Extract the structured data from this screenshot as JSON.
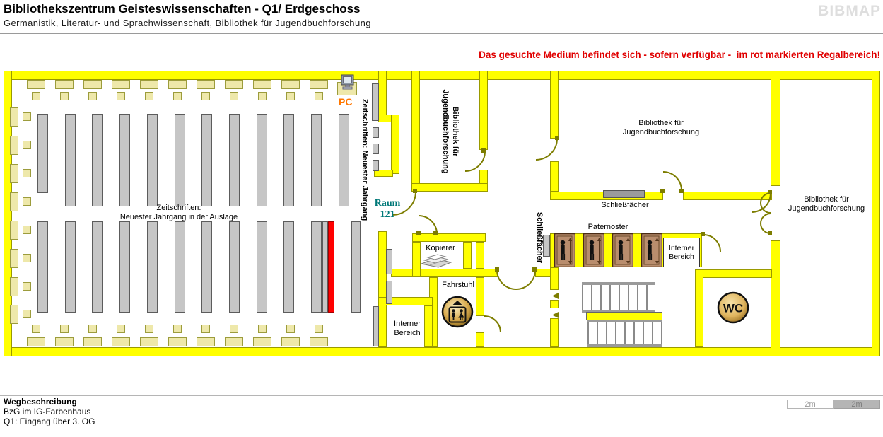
{
  "header": {
    "title": "Bibliothekszentrum Geisteswissenschaften - Q1/ Erdgeschoss",
    "subtitle": "Germanistik, Literatur- und Sprachwissenschaft, Bibliothek für Jugendbuchforschung",
    "logo": "BIBMAP"
  },
  "notice": "Das gesuchte Medium befindet sich - sofern verfügbar -  im rot markierten Regalbereich!",
  "plan": {
    "reading_room": {
      "display_label": [
        "Zeitschriften:",
        "Neuester Jahrgang in der Auslage"
      ],
      "wall_label": "Zeitschriften: Neuester Jahrgang",
      "pc_label": "PC",
      "room_badge": [
        "Raum",
        "121"
      ]
    },
    "rooms": {
      "jugendbuch_west": [
        "Bibliothek für",
        "Jugendbuchforschung"
      ],
      "jugendbuch_north": [
        "Bibliothek für",
        "Jugendbuchforschung"
      ],
      "jugendbuch_east": [
        "Bibliothek für",
        "Jugendbuchforschung"
      ]
    },
    "features": {
      "schliessfaecher_north": "Schließfächer",
      "schliessfaecher_west": "Schließfächer",
      "paternoster": "Paternoster",
      "kopierer": "Kopierer",
      "fahrstuhl": "Fahrstuhl",
      "wc": "WC",
      "interner_bereich_west": [
        "Interner",
        "Bereich"
      ],
      "interner_bereich_ost": [
        "Interner",
        "Bereich"
      ]
    }
  },
  "footer": {
    "heading": "Wegbeschreibung",
    "line1": "BzG im IG-Farbenhaus",
    "line2": "Q1: Eingang über 3. OG"
  },
  "scale_bar": {
    "left": "2m",
    "right": "2m"
  },
  "colors": {
    "wall": "#ffff00",
    "highlight": "#ff0000",
    "shelf": "#c6c6c6",
    "furniture": "#eee8aa",
    "door": "#7d7d00",
    "notice": "#e00000",
    "badge": "#007878",
    "pc": "#ff7700",
    "cabin": "#b98d6d"
  }
}
